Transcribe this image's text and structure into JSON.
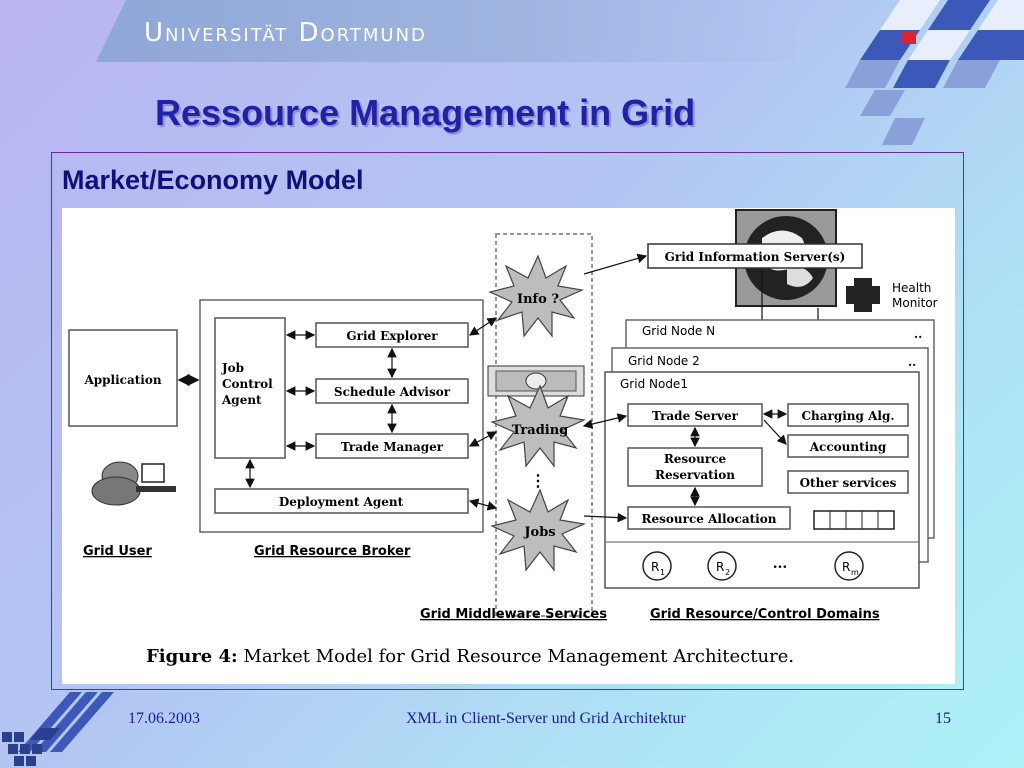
{
  "header": {
    "university": "Universität Dortmund"
  },
  "slide": {
    "title": "Ressource Management in Grid",
    "subtitle": "Market/Economy Model"
  },
  "figure": {
    "grid_user": {
      "application": "Application",
      "label": "Grid User"
    },
    "broker": {
      "label": "Grid Resource Broker",
      "job_control": [
        "Job",
        "Control",
        "Agent"
      ],
      "grid_explorer": "Grid Explorer",
      "schedule_advisor": "Schedule Advisor",
      "trade_manager": "Trade Manager",
      "deployment_agent": "Deployment Agent"
    },
    "middleware": {
      "label": "Grid Middleware Services",
      "info": "Info ?",
      "trading": "Trading",
      "jobs": "Jobs"
    },
    "domains": {
      "label": "Grid Resource/Control Domains",
      "gis": "Grid Information Server(s)",
      "health_monitor": [
        "Health",
        "Monitor"
      ],
      "node_n": "Grid Node N",
      "node_2": "Grid Node 2",
      "node_1": "Grid Node1",
      "trade_server": "Trade Server",
      "resource_reservation": [
        "Resource",
        "Reservation"
      ],
      "resource_allocation": "Resource Allocation",
      "charging_alg": "Charging Alg.",
      "accounting": "Accounting",
      "other_services": "Other services",
      "resource_1": "R",
      "resource_1_sub": "1",
      "resource_2": "R",
      "resource_2_sub": "2",
      "resource_m": "R",
      "resource_m_sub": "m",
      "ellipsis": "..."
    },
    "caption_bold": "Figure 4:",
    "caption_text": " Market Model for Grid Resource Management Architecture."
  },
  "footer": {
    "date": "17.06.2003",
    "center": "XML in Client-Server und Grid Architektur",
    "page": "15"
  }
}
